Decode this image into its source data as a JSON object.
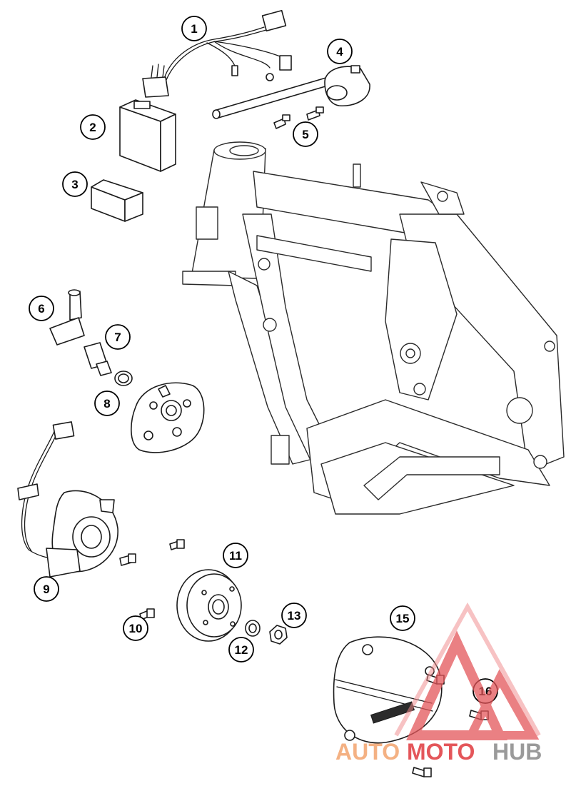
{
  "callouts": [
    {
      "id": "1",
      "label": "1"
    },
    {
      "id": "2",
      "label": "2"
    },
    {
      "id": "3",
      "label": "3"
    },
    {
      "id": "4",
      "label": "4"
    },
    {
      "id": "5",
      "label": "5"
    },
    {
      "id": "6",
      "label": "6"
    },
    {
      "id": "7",
      "label": "7"
    },
    {
      "id": "8",
      "label": "8"
    },
    {
      "id": "9",
      "label": "9"
    },
    {
      "id": "10",
      "label": "10"
    },
    {
      "id": "11",
      "label": "11"
    },
    {
      "id": "12",
      "label": "12"
    },
    {
      "id": "13",
      "label": "13"
    },
    {
      "id": "15",
      "label": "15"
    },
    {
      "id": "16",
      "label": "16"
    }
  ],
  "watermark": {
    "part1": "AUTO",
    "part2": "MOTO",
    "part3": "HUB",
    "color_orange": "#f4b183",
    "color_red": "#e4565a",
    "color_grey": "#9a9a9a"
  }
}
